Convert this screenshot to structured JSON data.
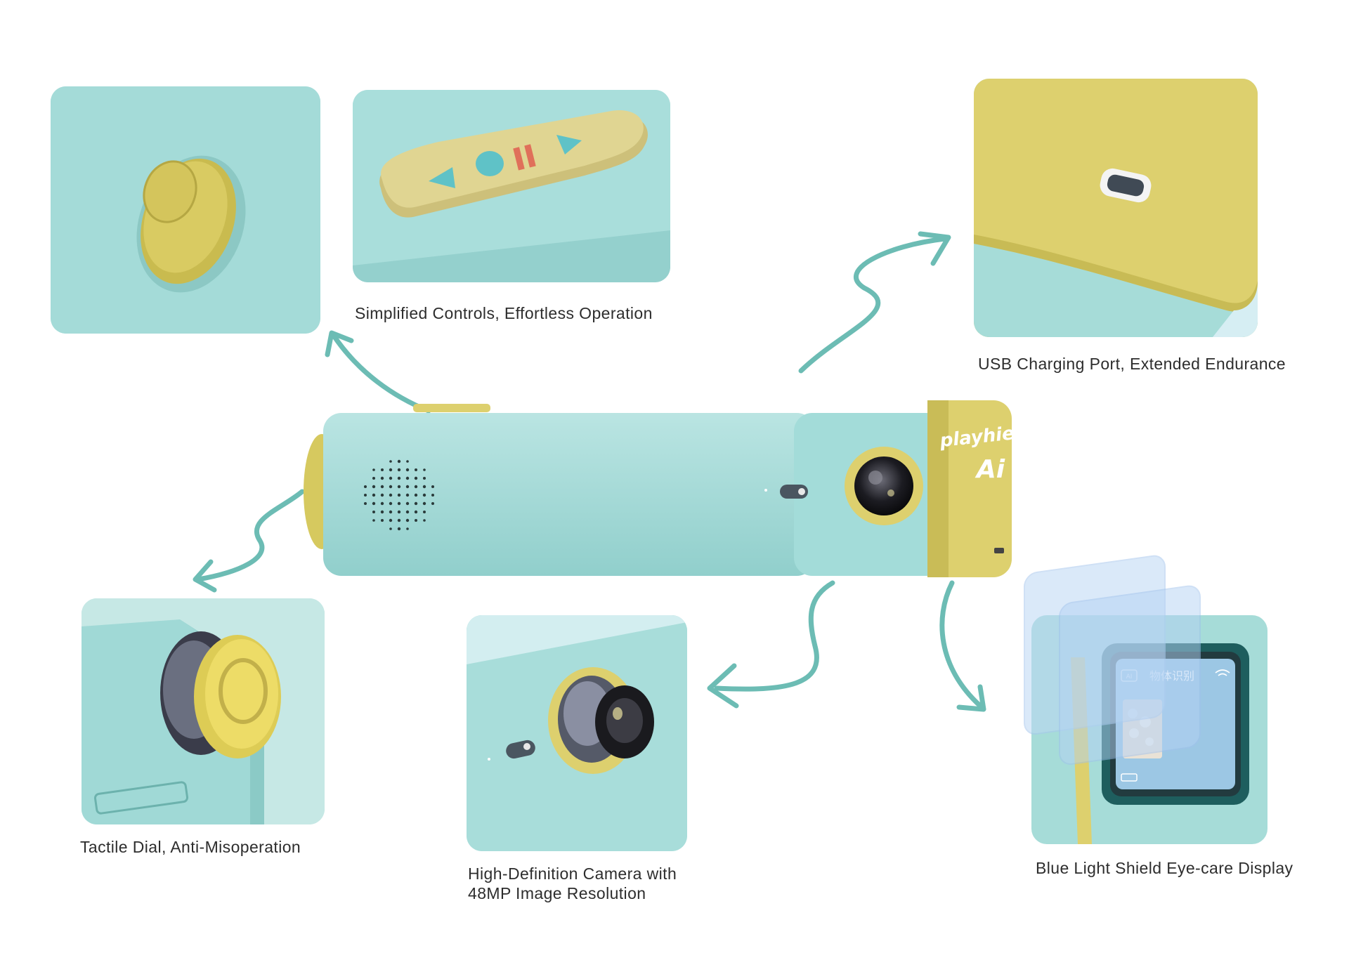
{
  "brand": {
    "name": "playhier",
    "suffix": "Ai"
  },
  "features": {
    "controls": {
      "caption": "Simplified Controls, Effortless Operation"
    },
    "usb": {
      "caption": "USB Charging Port, Extended Endurance"
    },
    "dial": {
      "caption": "Tactile Dial, Anti-Misoperation"
    },
    "camera": {
      "caption_line1": "High-Definition Camera with",
      "caption_line2": "48MP Image Resolution"
    },
    "display": {
      "caption": "Blue Light Shield Eye-care Display",
      "screen_label": "物体识别",
      "ai_badge": "AI"
    }
  },
  "colors": {
    "body_teal": "#9edad7",
    "accent_yellow": "#ddd06e",
    "arrow_teal": "#6cbcb4",
    "button_coral": "#e0705a"
  },
  "icons": [
    "triangle-left-icon",
    "circle-icon",
    "pause-icon",
    "triangle-right-icon",
    "wifi-icon",
    "battery-icon"
  ]
}
